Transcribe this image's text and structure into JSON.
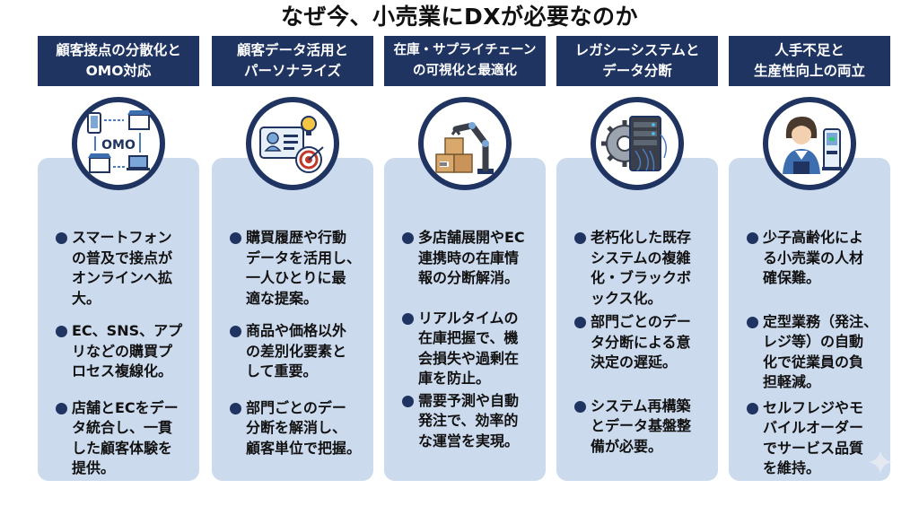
{
  "title": "なぜ今、小売業にDXが必要なのか",
  "colors": {
    "navy": "#1f3461",
    "card": "#ccdaee"
  },
  "columns": [
    {
      "header": [
        "顧客接点の分散化と",
        "OMO対応"
      ],
      "icon": "omo-network-icon",
      "icon_text": "OMO",
      "bullets": [
        [
          "スマートフォン",
          "の普及で接点が",
          "オンラインへ拡",
          "大。"
        ],
        [
          "EC、SNS、アプ",
          "リなどの購買プ",
          "ロセス複線化。"
        ],
        [
          "店舗とECをデー",
          "タ統合し、一貫",
          "した顧客体験を",
          "提供。"
        ]
      ]
    },
    {
      "header": [
        "顧客データ活用と",
        "パーソナライズ"
      ],
      "icon": "customer-profile-target-icon",
      "bullets": [
        [
          "購買履歴や行動",
          "データを活用し、",
          "一人ひとりに最",
          "適な提案。"
        ],
        [
          "商品や価格以外",
          "の差別化要素と",
          "して重要。"
        ],
        [
          "部門ごとのデー",
          "分断を解消し、",
          "顧客単位で把握。"
        ]
      ]
    },
    {
      "header": [
        "在庫・サプライチェーン",
        "の可視化と最適化"
      ],
      "icon": "robot-arm-boxes-icon",
      "bullets": [
        [
          "多店舗展開やEC",
          "連携時の在庫情",
          "報の分断解消。"
        ],
        [
          "リアルタイムの",
          "在庫把握で、機",
          "会損失や過剰在",
          "庫を防止。"
        ],
        [
          "需要予測や自動",
          "発注で、効率的",
          "な運営を実現。"
        ]
      ]
    },
    {
      "header": [
        "レガシーシステムと",
        "データ分断"
      ],
      "icon": "legacy-server-gear-icon",
      "bullets": [
        [
          "老朽化した既存",
          "システムの複雑",
          "化・ブラックボ",
          "ックス化。"
        ],
        [
          "部門ごとのデー",
          "タ分断による意",
          "決定の遅延。"
        ],
        [
          "システム再構築",
          "とデータ基盤整",
          "備が必要。"
        ]
      ]
    },
    {
      "header": [
        "人手不足と",
        "生産性向上の両立"
      ],
      "icon": "staff-selfcheckout-icon",
      "bullets": [
        [
          "少子高齢化によ",
          "る小売業の人材",
          "確保難。"
        ],
        [
          "定型業務（発注、",
          "レジ等）の自動",
          "化で従業員の負",
          "担軽減。"
        ],
        [
          "セルフレジやモ",
          "バイルオーダー",
          "でサービス品質",
          "を維持。"
        ]
      ]
    }
  ]
}
